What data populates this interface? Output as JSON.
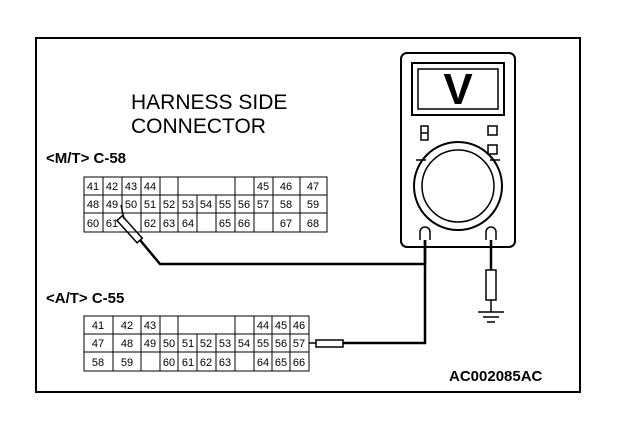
{
  "title": {
    "line1": "HARNESS SIDE",
    "line2": "CONNECTOR"
  },
  "connector_mt": {
    "label": "<M/T> C-58",
    "row1": [
      "41",
      "42",
      "43",
      "44",
      "45",
      "46",
      "47"
    ],
    "row2": [
      "48",
      "49",
      "50",
      "51",
      "52",
      "53",
      "54",
      "55",
      "56",
      "57",
      "58",
      "59"
    ],
    "row3": [
      "60",
      "61",
      "62",
      "63",
      "64",
      "65",
      "66",
      "67",
      "68"
    ]
  },
  "connector_at": {
    "label": "<A/T> C-55",
    "row1": [
      "41",
      "42",
      "43",
      "44",
      "45",
      "46"
    ],
    "row2": [
      "47",
      "48",
      "49",
      "50",
      "51",
      "52",
      "53",
      "54",
      "55",
      "56",
      "57"
    ],
    "row3": [
      "58",
      "59",
      "60",
      "61",
      "62",
      "63",
      "64",
      "65",
      "66"
    ]
  },
  "meter": {
    "display_symbol": "V"
  },
  "figure_code": "AC002085AC",
  "colors": {
    "ink": "#000000",
    "background": "#ffffff"
  }
}
